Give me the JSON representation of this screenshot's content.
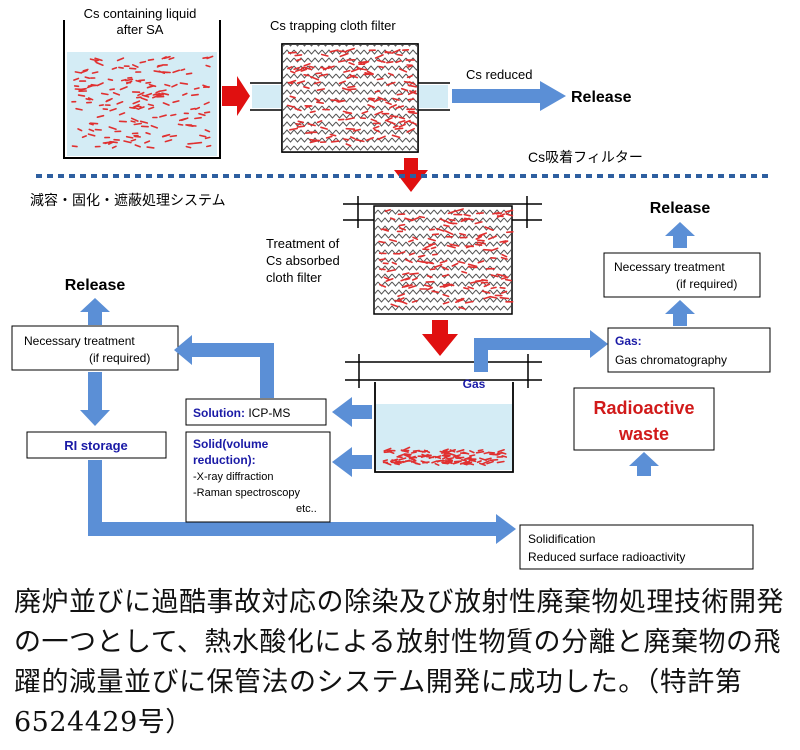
{
  "top": {
    "liquid_line1": "Cs containing liquid",
    "liquid_line2": "after SA",
    "filter_title": "Cs trapping cloth filter",
    "cs_reduced": "Cs reduced",
    "release": "Release",
    "filter_jp": "Cs吸着フィルター"
  },
  "system": {
    "title_jp": "減容・固化・遮蔽処理システム",
    "treatment_line1": "Treatment of",
    "treatment_line2": "Cs absorbed",
    "treatment_line3": "cloth filter",
    "gas_label": "Gas"
  },
  "left": {
    "release": "Release",
    "nt_line1": "Necessary treatment",
    "nt_line2": "(if required)",
    "ri_storage": "RI storage"
  },
  "middle": {
    "solution_bold": "Solution:",
    "solution_rest": " ICP-MS",
    "solid_line1": "Solid(volume",
    "solid_line2": "reduction):",
    "solid_item1": "-X-ray diffraction",
    "solid_item2": "-Raman spectroscopy",
    "solid_item3": "etc.."
  },
  "right": {
    "release": "Release",
    "nt_line1": "Necessary treatment",
    "nt_line2": "(if required)",
    "gas_bold": "Gas:",
    "gas_rest": "Gas chromatography",
    "waste_line1": "Radioactive",
    "waste_line2": "waste"
  },
  "bottom": {
    "solid_line1": "Solidification",
    "solid_line2": "Reduced surface radioactivity"
  },
  "caption": "廃炉並びに過酷事故対応の除染及び放射性廃棄物処理技術開発の一つとして、熱水酸化による放射性物質の分離と廃棄物の飛躍的減量並びに保管法のシステム開発に成功した。（特許第6524429号）",
  "colors": {
    "arrow_blue": "#5b8fd6",
    "arrow_red": "#e01010",
    "liquid": "#d4ecf5",
    "particles": "#e03030",
    "dots": "#2e5fa0"
  }
}
